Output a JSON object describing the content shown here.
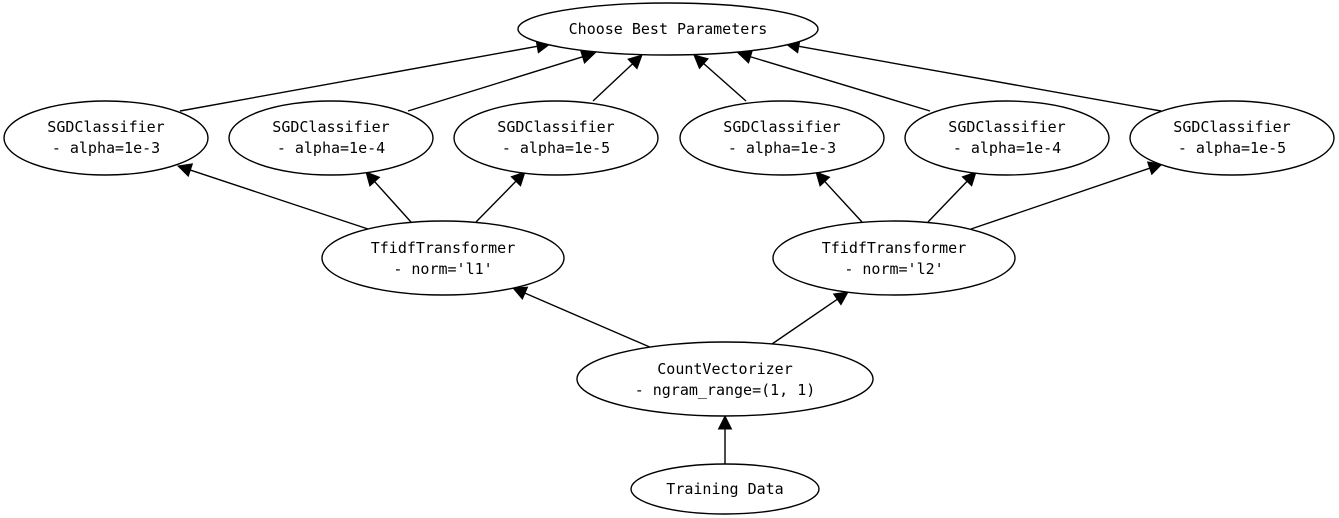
{
  "nodes": {
    "choose_best": {
      "lines": [
        "Choose Best Parameters"
      ]
    },
    "sgd_1": {
      "lines": [
        "SGDClassifier",
        "- alpha=1e-3"
      ]
    },
    "sgd_2": {
      "lines": [
        "SGDClassifier",
        "- alpha=1e-4"
      ]
    },
    "sgd_3": {
      "lines": [
        "SGDClassifier",
        "- alpha=1e-5"
      ]
    },
    "sgd_4": {
      "lines": [
        "SGDClassifier",
        "- alpha=1e-3"
      ]
    },
    "sgd_5": {
      "lines": [
        "SGDClassifier",
        "- alpha=1e-4"
      ]
    },
    "sgd_6": {
      "lines": [
        "SGDClassifier",
        "- alpha=1e-5"
      ]
    },
    "tfidf_l1": {
      "lines": [
        "TfidfTransformer",
        "- norm='l1'"
      ]
    },
    "tfidf_l2": {
      "lines": [
        "TfidfTransformer",
        "- norm='l2'"
      ]
    },
    "count_vec": {
      "lines": [
        "CountVectorizer",
        "- ngram_range=(1, 1)"
      ]
    },
    "training_data": {
      "lines": [
        "Training Data"
      ]
    }
  },
  "edges": [
    {
      "from": "training_data",
      "to": "count_vec"
    },
    {
      "from": "count_vec",
      "to": "tfidf_l1"
    },
    {
      "from": "count_vec",
      "to": "tfidf_l2"
    },
    {
      "from": "tfidf_l1",
      "to": "sgd_1"
    },
    {
      "from": "tfidf_l1",
      "to": "sgd_2"
    },
    {
      "from": "tfidf_l1",
      "to": "sgd_3"
    },
    {
      "from": "tfidf_l2",
      "to": "sgd_4"
    },
    {
      "from": "tfidf_l2",
      "to": "sgd_5"
    },
    {
      "from": "tfidf_l2",
      "to": "sgd_6"
    },
    {
      "from": "sgd_1",
      "to": "choose_best"
    },
    {
      "from": "sgd_2",
      "to": "choose_best"
    },
    {
      "from": "sgd_3",
      "to": "choose_best"
    },
    {
      "from": "sgd_4",
      "to": "choose_best"
    },
    {
      "from": "sgd_5",
      "to": "choose_best"
    },
    {
      "from": "sgd_6",
      "to": "choose_best"
    }
  ]
}
